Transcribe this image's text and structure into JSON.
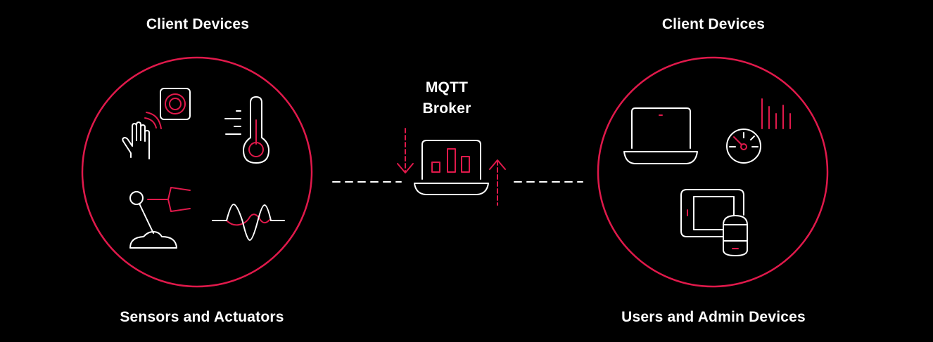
{
  "diagram": {
    "title": "MQTT Broker architecture",
    "colors": {
      "background": "#000000",
      "accent": "#e0194b",
      "line": "#ffffff"
    },
    "broker": {
      "label_line1": "MQTT",
      "label_line2": "Broker",
      "icon": "laptop-bar-chart-icon"
    },
    "left_group": {
      "top_label": "Client Devices",
      "bottom_label": "Sensors and Actuators",
      "icons": [
        "hand-wave-sensor-icon",
        "push-button-icon",
        "thermometer-icon",
        "robotic-arm-icon",
        "waveform-icon"
      ]
    },
    "right_group": {
      "top_label": "Client Devices",
      "bottom_label": "Users and Admin Devices",
      "icons": [
        "laptop-icon",
        "signal-bars-icon",
        "gauge-icon",
        "tablet-icon",
        "phone-icon"
      ]
    },
    "connections": [
      {
        "from": "left_group",
        "to": "broker",
        "style": "dashed",
        "direction": "publish-down"
      },
      {
        "from": "broker",
        "to": "right_group",
        "style": "dashed",
        "direction": "subscribe-up"
      }
    ]
  }
}
